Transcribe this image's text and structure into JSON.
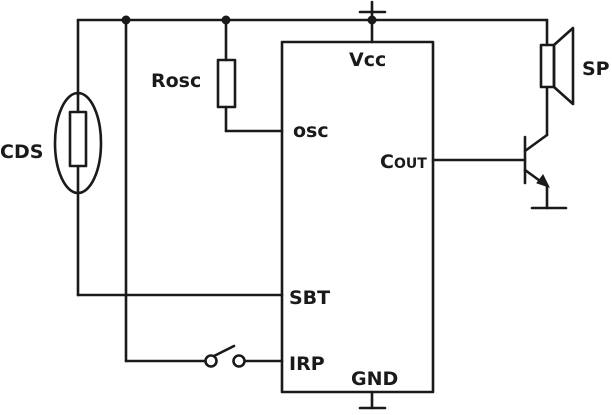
{
  "labels": {
    "cds": "CDS",
    "rosc": "Rosc",
    "vcc": "Vcc",
    "sp": "SP",
    "osc": "osc",
    "cout_c": "C",
    "cout_sub": "OUT",
    "sbt": "SBT",
    "irp": "IRP",
    "gnd": "GND"
  }
}
